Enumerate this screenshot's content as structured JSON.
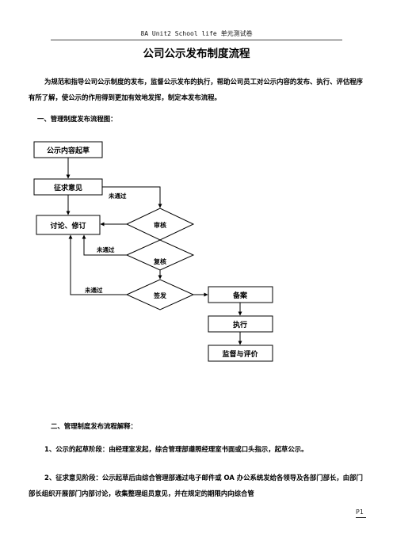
{
  "header": {
    "title": "8A Unit2 School life 单元测试卷"
  },
  "document": {
    "title": "公司公示发布制度流程",
    "intro": "为规范和指导公司公示制度的发布，监督公示发布的执行，帮助公司员工对公示内容的发布、执行、评估程序有所了解，使公示的作用得到更加有效地发挥，制定本发布流程。",
    "section1_heading": "一、管理制度发布流程图：",
    "section2_heading": "二、管理制度发布流程解释：",
    "item1": "1、公示的起草阶段：由经理室发起，综合管理部遵照经理室书面或口头指示，起草公示。",
    "item2": "2、征求意见阶段：公示起草后由综合管理部通过电子邮件或 OA 办公系统发给各领导及各部门部长，由部门部长组织开展部门内部讨论，收集整理组员意见，并在规定的期限内向综合管",
    "page_number": "P1"
  },
  "flowchart": {
    "nodes": {
      "draft": "公示内容起草",
      "solicit": "征求意见",
      "revise": "讨论、修订",
      "review": "审核",
      "recheck": "复核",
      "sign": "签发",
      "archive": "备案",
      "execute": "执行",
      "supervise": "监督与评价"
    },
    "labels": {
      "not_passed_1": "未通过",
      "not_passed_2": "未通过",
      "not_passed_3": "未通过"
    }
  }
}
